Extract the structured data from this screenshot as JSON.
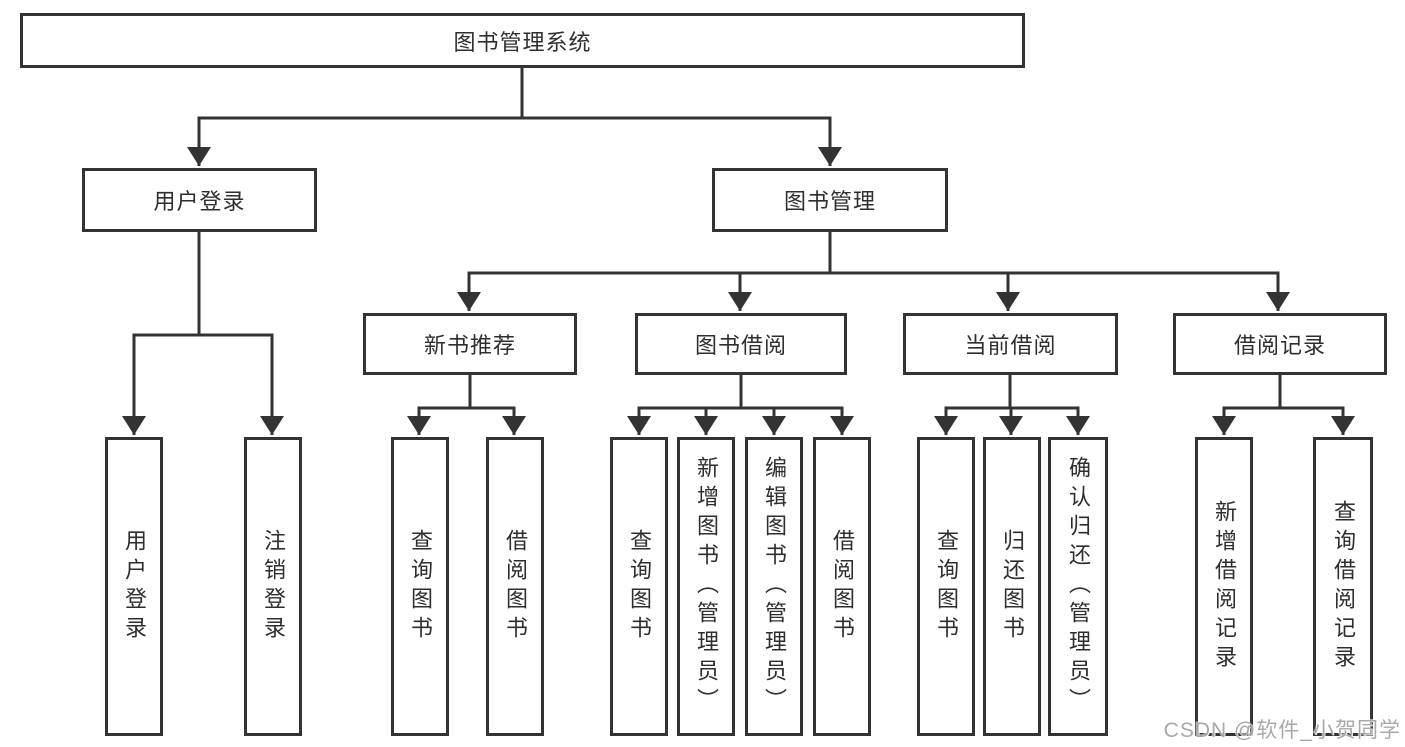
{
  "diagram": {
    "title": "图书管理系统",
    "colors": {
      "line": "#333333",
      "text": "#2e2e2e",
      "background": "#ffffff",
      "watermark": "#a8a8a8"
    },
    "nodes": {
      "root": "图书管理系统",
      "level2": [
        "用户登录",
        "图书管理"
      ],
      "level3": [
        "新书推荐",
        "图书借阅",
        "当前借阅",
        "借阅记录"
      ],
      "leaves_login": [
        "用户登录",
        "注销登录"
      ],
      "leaves_recommend": [
        "查询图书",
        "借阅图书"
      ],
      "leaves_borrow": [
        "查询图书",
        "新增图书（管理员）",
        "编辑图书（管理员）",
        "借阅图书"
      ],
      "leaves_current": [
        "查询图书",
        "归还图书",
        "确认归还（管理员）"
      ],
      "leaves_records": [
        "新增借阅记录",
        "查询借阅记录"
      ]
    }
  },
  "watermark": {
    "text": "CSDN @软件_小贺同学"
  }
}
